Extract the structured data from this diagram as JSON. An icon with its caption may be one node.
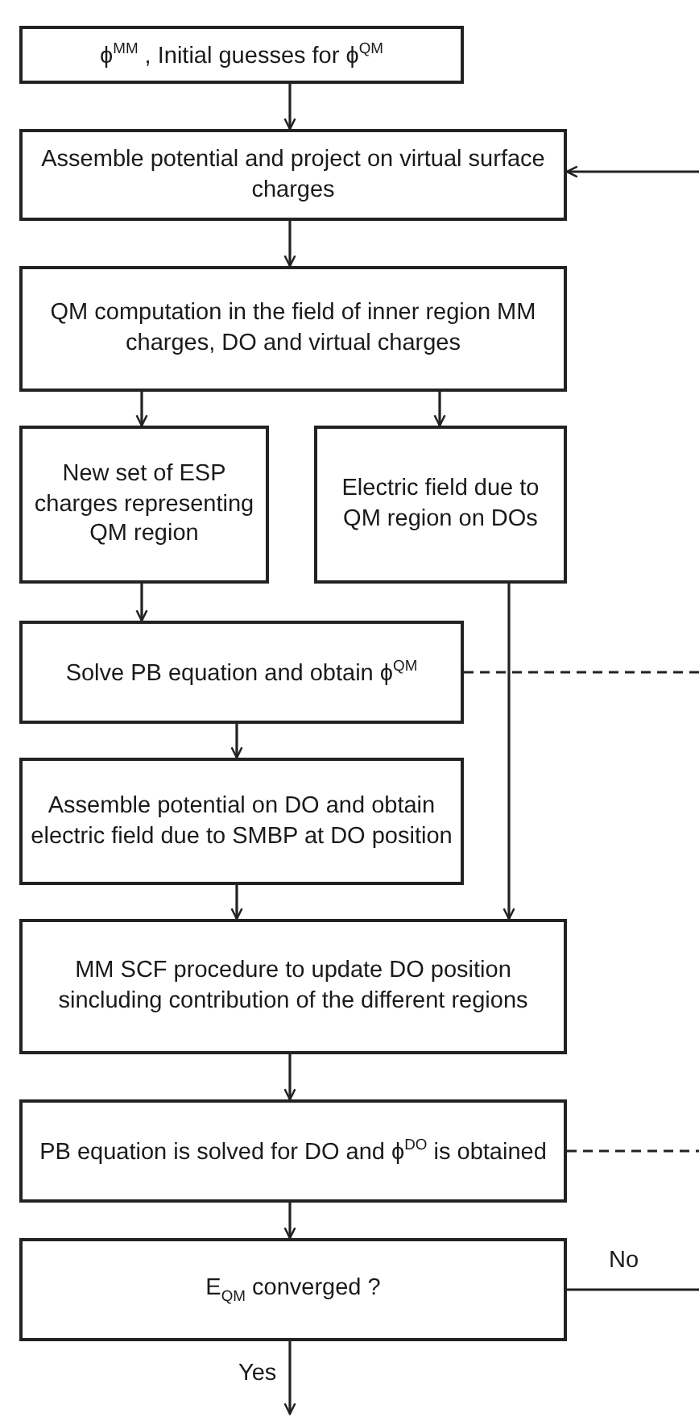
{
  "diagram": {
    "nodes": [
      {
        "text": [
          "ϕ$^{MM}$ , Initial guesses for ϕ$^{QM}$"
        ]
      },
      {
        "text": [
          "Assemble potential and project on virtual surface charges"
        ]
      },
      {
        "text": [
          "QM computation in the field of inner region MM charges, DO and virtual charges"
        ]
      },
      {
        "text": [
          "New set of ESP charges representing QM region"
        ]
      },
      {
        "text": [
          "Electric field due to QM region on DOs"
        ]
      },
      {
        "text": [
          "Solve PB equation and obtain ϕ$^{QM}$"
        ]
      },
      {
        "text": [
          "Assemble potential on DO and obtain electric field due to SMBP at DO position"
        ]
      },
      {
        "text": [
          "MM SCF procedure to update DO position sincluding contribution of the different regions"
        ]
      },
      {
        "text": [
          "PB equation is solved for DO and ϕ$^{DO}$ is obtained"
        ]
      },
      {
        "text": [
          "E$_{QM}$ converged ?"
        ]
      }
    ],
    "edges": [
      {
        "from": 0,
        "to": 1,
        "arrow": "to"
      },
      {
        "from": 1,
        "to": 2,
        "arrow": "to"
      },
      {
        "from": 2,
        "to": 3,
        "arrow": "to"
      },
      {
        "from": 2,
        "to": 4,
        "arrow": "to"
      },
      {
        "from": 3,
        "to": 5,
        "arrow": "to"
      },
      {
        "from": 5,
        "to": 6,
        "arrow": "to"
      },
      {
        "from": 6,
        "to": 7,
        "arrow": "to"
      },
      {
        "from": 4,
        "to": 7,
        "arrow": "to"
      },
      {
        "from": 7,
        "to": 8,
        "arrow": "to"
      },
      {
        "from": 8,
        "to": 9,
        "arrow": "to"
      },
      {
        "from": 9,
        "to": null,
        "arrow": "to",
        "label": "Yes"
      },
      {
        "from": 9,
        "to": null,
        "arrow": "none",
        "label": "No"
      },
      {
        "from": null,
        "to": 1,
        "arrow": "to"
      },
      {
        "from": 5,
        "to": null,
        "arrow": "none",
        "style": "dashed"
      },
      {
        "from": 8,
        "to": null,
        "arrow": "none",
        "style": "dashed"
      }
    ]
  }
}
